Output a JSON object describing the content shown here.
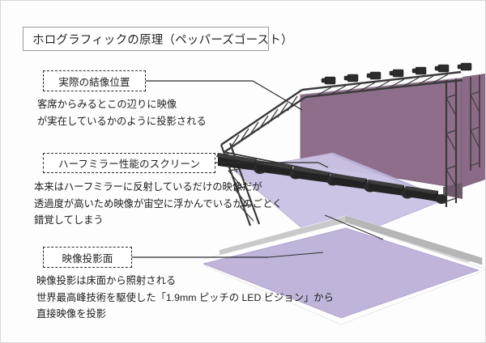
{
  "slide": {
    "background_color": "#fdfdfd",
    "border_color": "#d8d8d8"
  },
  "title": {
    "text": "ホログラフィックの原理（ペッパーズゴースト）"
  },
  "callouts": [
    {
      "label": "実際の結像位置",
      "body_lines": [
        "客席からみるとこの辺りに映像",
        "が実在しているかのように投影される"
      ]
    },
    {
      "label": "ハーフミラー性能のスクリーン",
      "body_lines": [
        "本来はハーフミラーに反射しているだけの映像だが",
        "透過度が高いため映像が宙空に浮かんでいるかのごとく",
        "錯覚してしまう"
      ]
    },
    {
      "label": "映像投影面",
      "body_lines": [
        "映像投影は床面から照射される",
        "世界最高峰技術を駆使した「1.9mm ピッチの LED ビジョン」から",
        "直接映像を投影"
      ]
    }
  ],
  "illustration": {
    "name": "holographic-stage-3d-diagram",
    "colors": {
      "back_screen": "#8e6e8a",
      "back_screen_shade": "#7d5f79",
      "mirror_plane": "#c5bbde",
      "mirror_plane_light": "#cfc7e4",
      "floor_panel": "#c0b4da",
      "floor_panel_edge": "#ffffff",
      "stage_riser": "#b8b8b8",
      "stage_riser_top": "#cfcfcf",
      "truss": "#3a3a3a",
      "light_fixture": "#2a2a2a",
      "projector": "#4d3f63"
    },
    "parts": [
      "truss-frame",
      "back-led-screen",
      "half-mirror-plane",
      "floor-led-panel",
      "stage-riser",
      "light-fixture-row-top",
      "light-fixture-row-front",
      "floor-projector"
    ],
    "light_count_top": 7,
    "light_count_front": 6
  }
}
